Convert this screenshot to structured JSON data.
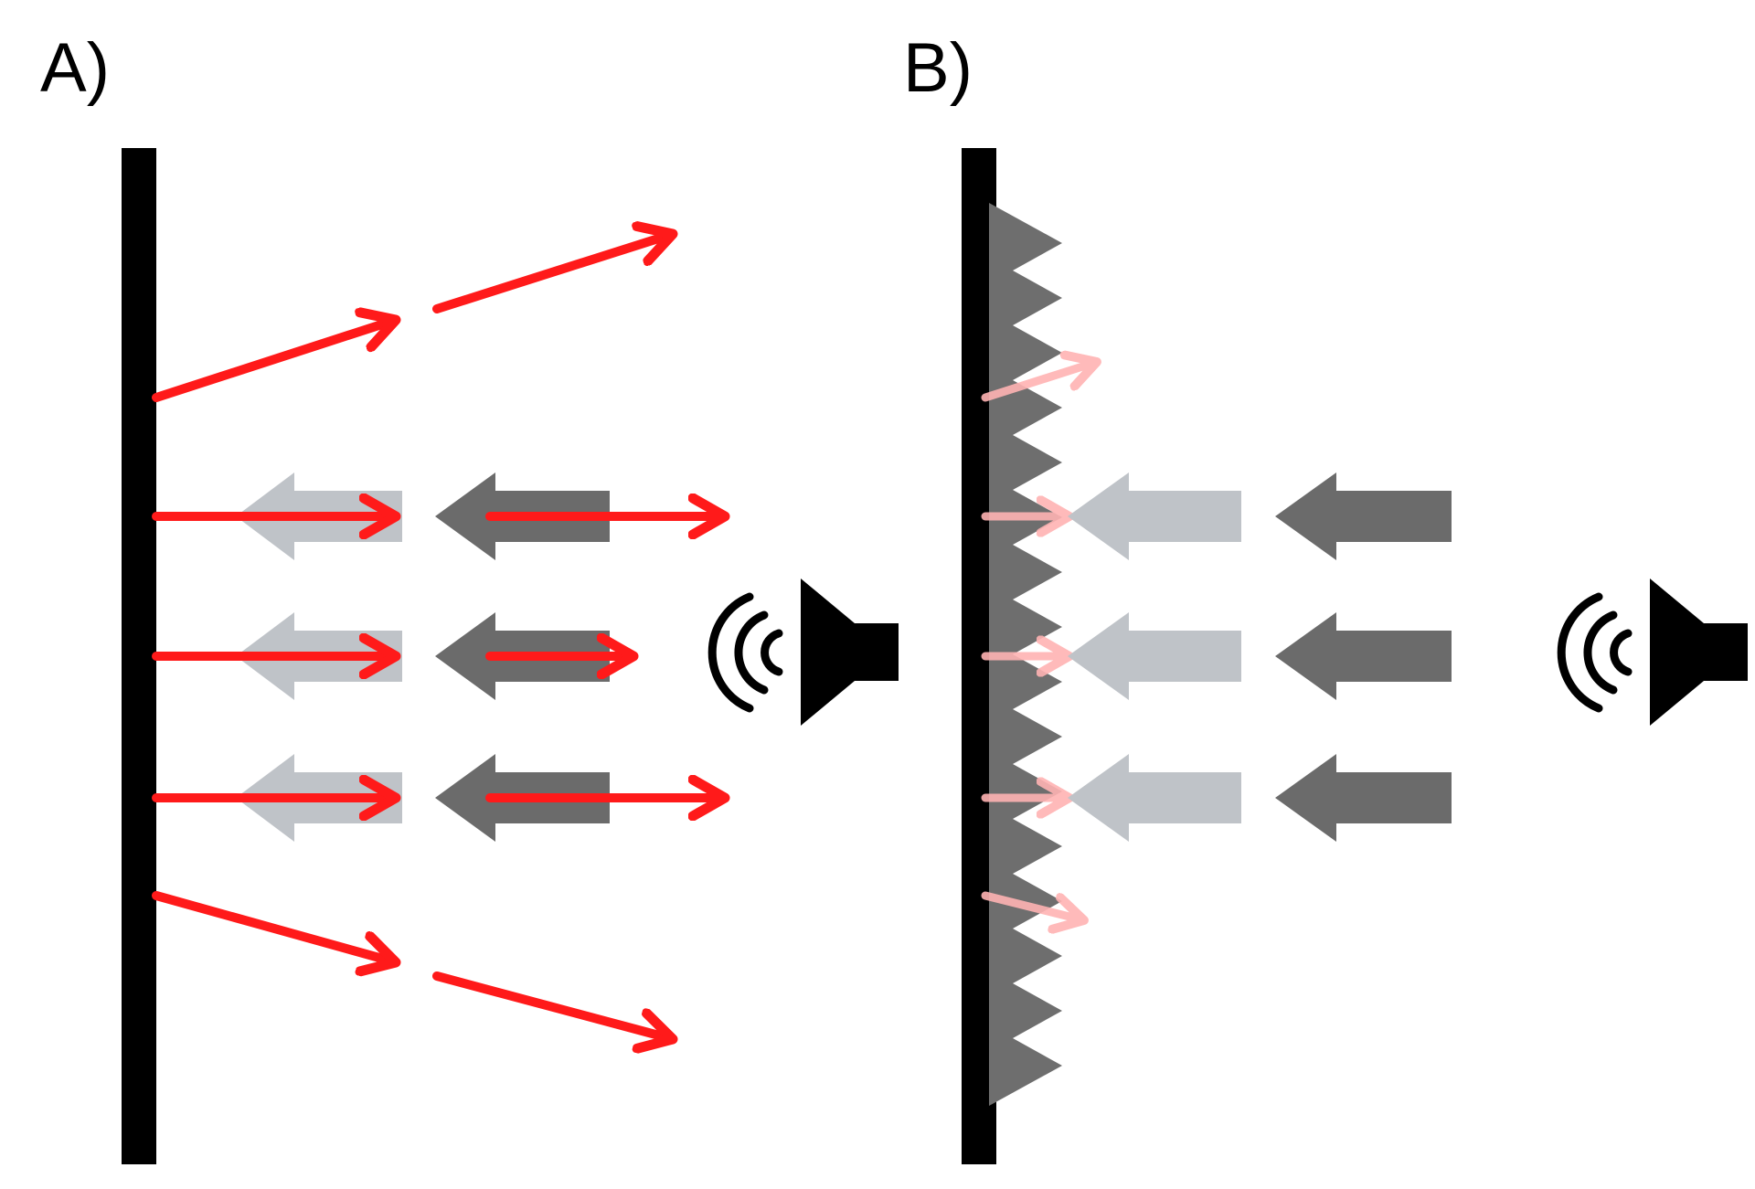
{
  "panels": [
    {
      "id": "A",
      "label": "A)",
      "wall": "flat",
      "reflection": "strong"
    },
    {
      "id": "B",
      "label": "B)",
      "wall": "absorptive-wedges",
      "reflection": "weak"
    }
  ],
  "colors": {
    "wall": "#000000",
    "wedge": "#6e6e6e",
    "incident_dark": "#6b6b6b",
    "incident_light": "#bfc3c8",
    "reflected_strong": "#ff1a1a",
    "reflected_faint": "#ffb3b3",
    "speaker": "#000000"
  },
  "icons": {
    "sound_source": "speaker-icon",
    "sound_waves": "sound-waves-icon"
  }
}
